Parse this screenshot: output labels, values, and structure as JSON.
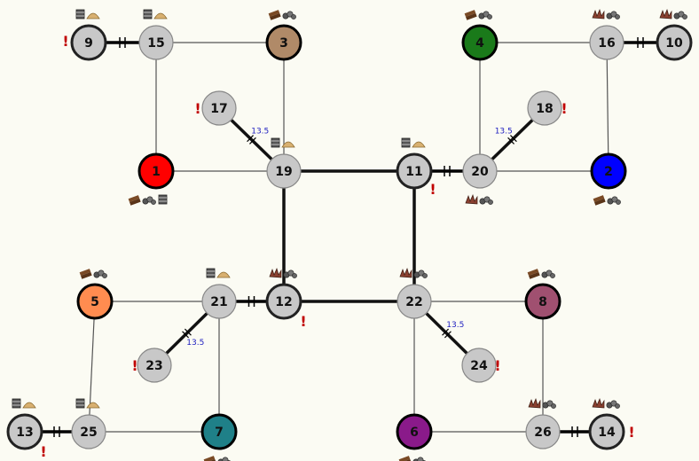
{
  "colors": {
    "background": "#fbfbf3",
    "neutral_node": "#c8c8c8",
    "edge": "#555555",
    "heavy_edge": "#111111",
    "alert": "#c00000",
    "edge_label": "#2020c0",
    "resource_brown": "#7a4a25",
    "resource_ore": "#555555",
    "resource_grain": "#d8b070"
  },
  "nodes": [
    {
      "id": "1",
      "label": "1",
      "color": "#ff0000",
      "ring": "#000000"
    },
    {
      "id": "2",
      "label": "2",
      "color": "#0000ff",
      "ring": "#000000"
    },
    {
      "id": "3",
      "label": "3",
      "color": "#b08a68",
      "ring": "#000000"
    },
    {
      "id": "4",
      "label": "4",
      "color": "#1a7a1a",
      "ring": "#000000"
    },
    {
      "id": "5",
      "label": "5",
      "color": "#ff8c50",
      "ring": "#000000"
    },
    {
      "id": "6",
      "label": "6",
      "color": "#8a1a8a",
      "ring": "#000000"
    },
    {
      "id": "7",
      "label": "7",
      "color": "#1f8088",
      "ring": "#000000"
    },
    {
      "id": "8",
      "label": "8",
      "color": "#a05070",
      "ring": "#000000"
    },
    {
      "id": "9",
      "label": "9",
      "color": "#c8c8c8",
      "ring": "#222222"
    },
    {
      "id": "10",
      "label": "10",
      "color": "#c8c8c8",
      "ring": "#222222"
    },
    {
      "id": "11",
      "label": "11",
      "color": "#c8c8c8",
      "ring": "#222222"
    },
    {
      "id": "12",
      "label": "12",
      "color": "#c8c8c8",
      "ring": "#222222"
    },
    {
      "id": "13",
      "label": "13",
      "color": "#c8c8c8",
      "ring": "#222222"
    },
    {
      "id": "14",
      "label": "14",
      "color": "#c8c8c8",
      "ring": "#222222"
    },
    {
      "id": "15",
      "label": "15",
      "color": "#c8c8c8",
      "ring": "#888888"
    },
    {
      "id": "16",
      "label": "16",
      "color": "#c8c8c8",
      "ring": "#888888"
    },
    {
      "id": "17",
      "label": "17",
      "color": "#c8c8c8",
      "ring": "#888888"
    },
    {
      "id": "18",
      "label": "18",
      "color": "#c8c8c8",
      "ring": "#888888"
    },
    {
      "id": "19",
      "label": "19",
      "color": "#c8c8c8",
      "ring": "#888888"
    },
    {
      "id": "20",
      "label": "20",
      "color": "#c8c8c8",
      "ring": "#888888"
    },
    {
      "id": "21",
      "label": "21",
      "color": "#c8c8c8",
      "ring": "#888888"
    },
    {
      "id": "22",
      "label": "22",
      "color": "#c8c8c8",
      "ring": "#888888"
    },
    {
      "id": "23",
      "label": "23",
      "color": "#c8c8c8",
      "ring": "#888888"
    },
    {
      "id": "24",
      "label": "24",
      "color": "#c8c8c8",
      "ring": "#888888"
    },
    {
      "id": "25",
      "label": "25",
      "color": "#c8c8c8",
      "ring": "#888888"
    },
    {
      "id": "26",
      "label": "26",
      "color": "#c8c8c8",
      "ring": "#888888"
    }
  ],
  "edges": [
    {
      "from": "9",
      "to": "15",
      "style": "double-tick"
    },
    {
      "from": "15",
      "to": "3",
      "style": "thin"
    },
    {
      "from": "15",
      "to": "1",
      "style": "thin"
    },
    {
      "from": "3",
      "to": "19",
      "style": "thin"
    },
    {
      "from": "1",
      "to": "19",
      "style": "thin"
    },
    {
      "from": "17",
      "to": "19",
      "style": "heavy",
      "label": "13.5"
    },
    {
      "from": "19",
      "to": "11",
      "style": "heavy"
    },
    {
      "from": "19",
      "to": "12",
      "style": "heavy"
    },
    {
      "from": "11",
      "to": "20",
      "style": "double-tick"
    },
    {
      "from": "11",
      "to": "22",
      "style": "heavy"
    },
    {
      "from": "4",
      "to": "16",
      "style": "thin"
    },
    {
      "from": "4",
      "to": "20",
      "style": "thin"
    },
    {
      "from": "16",
      "to": "10",
      "style": "double-tick"
    },
    {
      "from": "16",
      "to": "2",
      "style": "thin"
    },
    {
      "from": "20",
      "to": "2",
      "style": "thin"
    },
    {
      "from": "20",
      "to": "18",
      "style": "heavy",
      "label": "13.5"
    },
    {
      "from": "5",
      "to": "21",
      "style": "thin"
    },
    {
      "from": "5",
      "to": "25",
      "style": "thin"
    },
    {
      "from": "21",
      "to": "12",
      "style": "double-tick"
    },
    {
      "from": "21",
      "to": "23",
      "style": "heavy",
      "label": "13.5"
    },
    {
      "from": "21",
      "to": "7",
      "style": "thin"
    },
    {
      "from": "12",
      "to": "22",
      "style": "heavy"
    },
    {
      "from": "22",
      "to": "8",
      "style": "thin"
    },
    {
      "from": "22",
      "to": "24",
      "style": "heavy",
      "label": "13.5"
    },
    {
      "from": "22",
      "to": "6",
      "style": "thin"
    },
    {
      "from": "13",
      "to": "25",
      "style": "double-tick"
    },
    {
      "from": "25",
      "to": "7",
      "style": "thin"
    },
    {
      "from": "6",
      "to": "26",
      "style": "thin"
    },
    {
      "from": "26",
      "to": "8",
      "style": "thin"
    },
    {
      "from": "26",
      "to": "14",
      "style": "double-tick"
    }
  ],
  "resource_icons": [
    {
      "node": "9",
      "kind": "barrel-grain"
    },
    {
      "node": "15",
      "kind": "barrel-grain"
    },
    {
      "node": "3",
      "kind": "wood-ore"
    },
    {
      "node": "19",
      "kind": "barrel-grain"
    },
    {
      "node": "1",
      "kind": "wood-ore-barrel"
    },
    {
      "node": "11",
      "kind": "barrel-grain"
    },
    {
      "node": "4",
      "kind": "wood-ore"
    },
    {
      "node": "16",
      "kind": "wool-ore"
    },
    {
      "node": "10",
      "kind": "wool-ore"
    },
    {
      "node": "20",
      "kind": "wool-ore"
    },
    {
      "node": "2",
      "kind": "wood-ore"
    },
    {
      "node": "5",
      "kind": "wood-ore"
    },
    {
      "node": "21",
      "kind": "barrel-grain"
    },
    {
      "node": "12",
      "kind": "wool-ore"
    },
    {
      "node": "22",
      "kind": "wool-ore"
    },
    {
      "node": "8",
      "kind": "wood-ore"
    },
    {
      "node": "13",
      "kind": "barrel-grain"
    },
    {
      "node": "25",
      "kind": "barrel-grain"
    },
    {
      "node": "7",
      "kind": "wood-ore"
    },
    {
      "node": "6",
      "kind": "wood-ore"
    },
    {
      "node": "26",
      "kind": "wool-ore"
    },
    {
      "node": "14",
      "kind": "wool-ore"
    }
  ],
  "alerts": [
    {
      "node": "9",
      "text": "!"
    },
    {
      "node": "17",
      "text": "!"
    },
    {
      "node": "18",
      "text": "!"
    },
    {
      "node": "11",
      "text": "!"
    },
    {
      "node": "12",
      "text": "!"
    },
    {
      "node": "23",
      "text": "!"
    },
    {
      "node": "24",
      "text": "!"
    },
    {
      "node": "13",
      "text": "!"
    },
    {
      "node": "14",
      "text": "!"
    }
  ]
}
